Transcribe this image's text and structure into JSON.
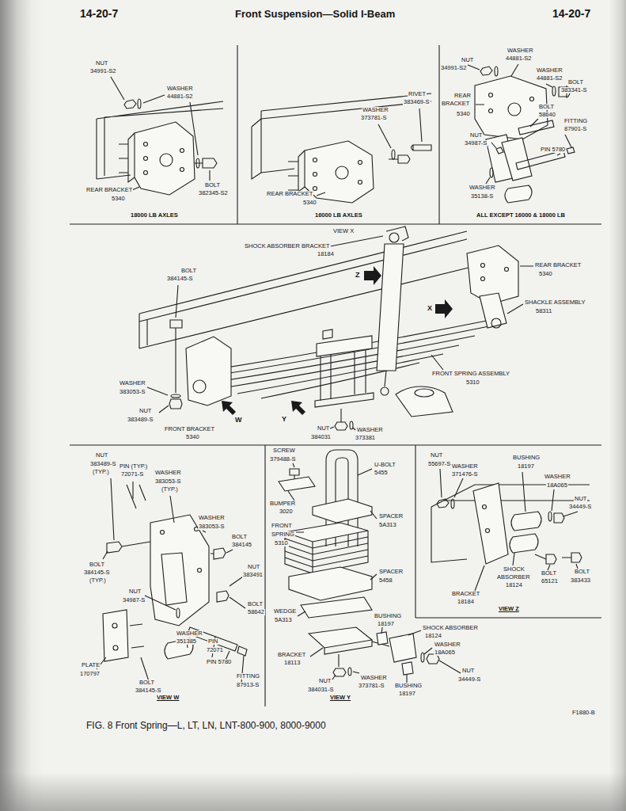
{
  "diagram": {
    "title": "Front Suspension—Solid I-Beam",
    "caption": "FIG. 8 Front Spring—L, LT, LN, LNT-800-900, 8000-9000",
    "nodes": [
      {
        "text": [
          "18000 LB AXLES"
        ]
      },
      {
        "text": [
          "16000 LB AXLES"
        ]
      },
      {
        "text": [
          "ALL EXCEPT 16000 & 18000 LB"
        ]
      },
      {
        "text": [
          "VIEW W"
        ]
      },
      {
        "text": [
          "VIEW Y"
        ]
      },
      {
        "text": [
          "VIEW Z"
        ]
      }
    ],
    "labels": [
      "14-20-7",
      "14-20-7",
      "NUT",
      "34991-S2",
      "WASHER",
      "44881-S2",
      "BOLT",
      "382345-S2",
      "REAR BRACKET",
      "5340",
      "RIVET",
      "383469-S",
      "WASHER",
      "373781-S",
      "REAR BRACKET",
      "5340",
      "WASHER",
      "44881-S2",
      "NUT",
      "34991-S2",
      "WASHER",
      "44881-S2",
      "BOLT",
      "383341-S",
      "REAR",
      "BRACKET",
      "5340",
      "BOLT",
      "58640",
      "FITTING",
      "87901-S",
      "NUT",
      "34987-S",
      "PIN 5780",
      "WASHER",
      "35138-S",
      "VIEW X",
      "SHOCK ABSORBER BRACKET",
      "18184",
      "REAR BRACKET",
      "5340",
      "Z",
      "BOLT",
      "384145-S",
      "SHACKLE ASSEMBLY",
      "58311",
      "X",
      "FRONT SPRING ASSEMBLY",
      "5310",
      "WASHER",
      "383053-S",
      "NUT",
      "383489-S",
      "W",
      "Y",
      "FRONT BRACKET",
      "5340",
      "NUT",
      "384031",
      "WASHER",
      "373381",
      "NUT",
      "383489-S",
      "(TYP.)",
      "PIN (TYP.)",
      "72071-S",
      "WASHER",
      "383053-S",
      "(TYP.)",
      "WASHER",
      "383053-S",
      "BOLT",
      "384145",
      "BOLT",
      "384145-S",
      "(TYP.)",
      "NUT",
      "383491",
      "NUT",
      "34987-S",
      "BOLT",
      "58642",
      "WASHER",
      "351385",
      "PIN",
      "72071",
      "PIN 5780",
      "PLATE",
      "170797",
      "FITTING",
      "87913-S",
      "BOLT",
      "384145-S",
      "SCREW",
      "379488-S",
      "U-BOLT",
      "5455",
      "BUMPER",
      "3020",
      "FRONT",
      "SPRING",
      "5310",
      "SPACER",
      "5A313",
      "SPACER",
      "5458",
      "WEDGE",
      "5A313",
      "BUSHING",
      "18197",
      "SHOCK ABSORBER",
      "18124",
      "BRACKET",
      "18113",
      "WASHER",
      "18A065",
      "NUT",
      "34449-S",
      "NUT",
      "384031-S",
      "WASHER",
      "373781-S",
      "BUSHING",
      "18197",
      "NUT",
      "55697-S",
      "WASHER",
      "371476-S",
      "BUSHING",
      "18197",
      "WASHER",
      "18A065",
      "NUT",
      "34449-S",
      "SHOCK",
      "ABSORBER",
      "18124",
      "BOLT",
      "65121",
      "BOLT",
      "383433",
      "BRACKET",
      "18184",
      "F1880-B"
    ]
  }
}
